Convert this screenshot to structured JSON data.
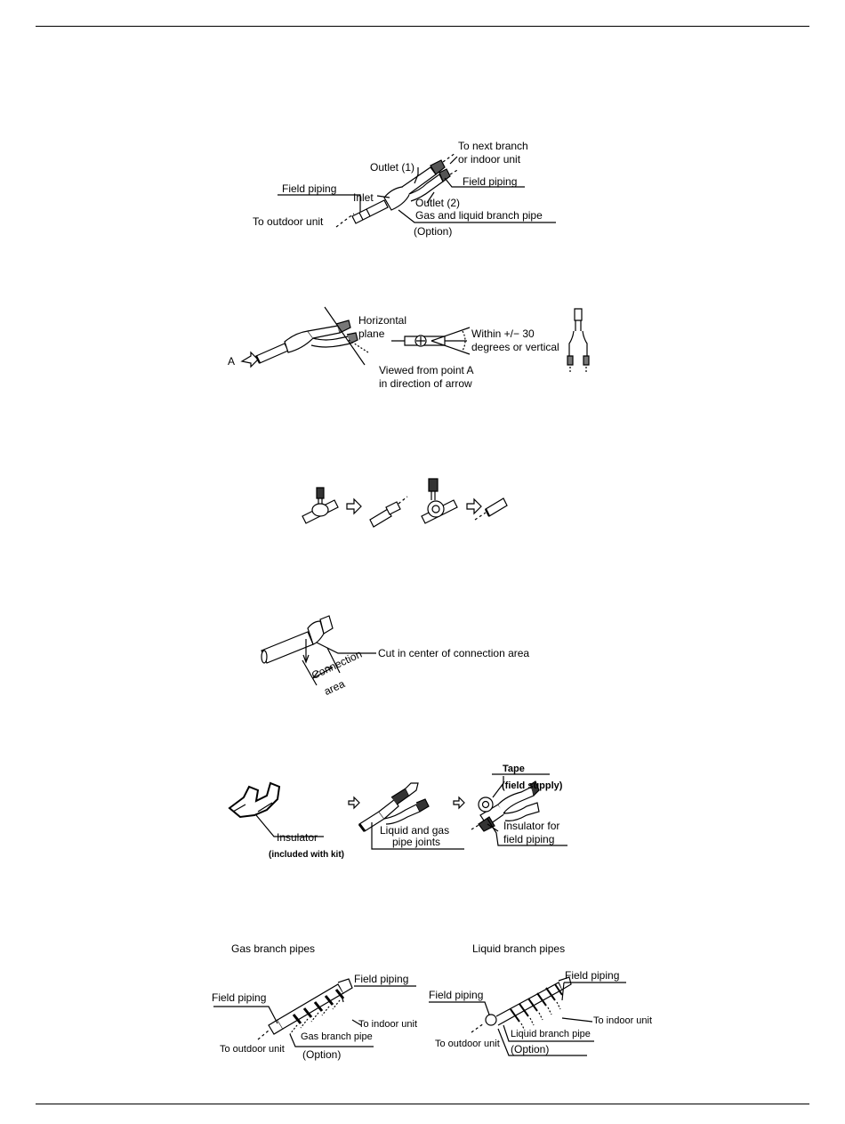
{
  "fig1": {
    "to_next_branch": "To next branch",
    "or_indoor_unit": "or indoor unit",
    "outlet1": "Outlet (1)",
    "field_piping_left": "Field piping",
    "inlet": "Inlet",
    "field_piping_right": "Field piping",
    "outlet2": "Outlet (2)",
    "gas_liquid_branch": "Gas and liquid branch pipe",
    "to_outdoor_unit": "To outdoor unit",
    "option": "(Option)"
  },
  "fig2": {
    "point_a": "A",
    "horizontal": "Horizontal",
    "plane": "plane",
    "within": "Within +/− 30",
    "degrees": "degrees or vertical",
    "viewed_from": "Viewed from point A",
    "in_direction": "in direction of arrow"
  },
  "fig4": {
    "cut_center": "Cut in center of connection area",
    "connection": "Connection",
    "area": "area"
  },
  "fig5": {
    "tape": "Tape",
    "field_supply": "(field supply)",
    "insulator": "Insulator",
    "included_with_kit": "(included with kit)",
    "liquid_and_gas": "Liquid and gas",
    "pipe_joints": "pipe joints",
    "insulator_for": "Insulator for",
    "field_piping": "field piping"
  },
  "fig6": {
    "gas_title": "Gas branch pipes",
    "liquid_title": "Liquid branch pipes",
    "gas_field_piping_top": "Field piping",
    "gas_field_piping_left": "Field piping",
    "gas_to_indoor": "To indoor unit",
    "gas_branch_pipe": "Gas branch pipe",
    "gas_to_outdoor": "To outdoor unit",
    "gas_option": "(Option)",
    "liq_field_piping_top": "Field piping",
    "liq_field_piping_left": "Field piping",
    "liq_to_indoor": "To indoor unit",
    "liq_branch_pipe": "Liquid branch pipe",
    "liq_to_outdoor": "To outdoor unit",
    "liq_option": "(Option)"
  }
}
